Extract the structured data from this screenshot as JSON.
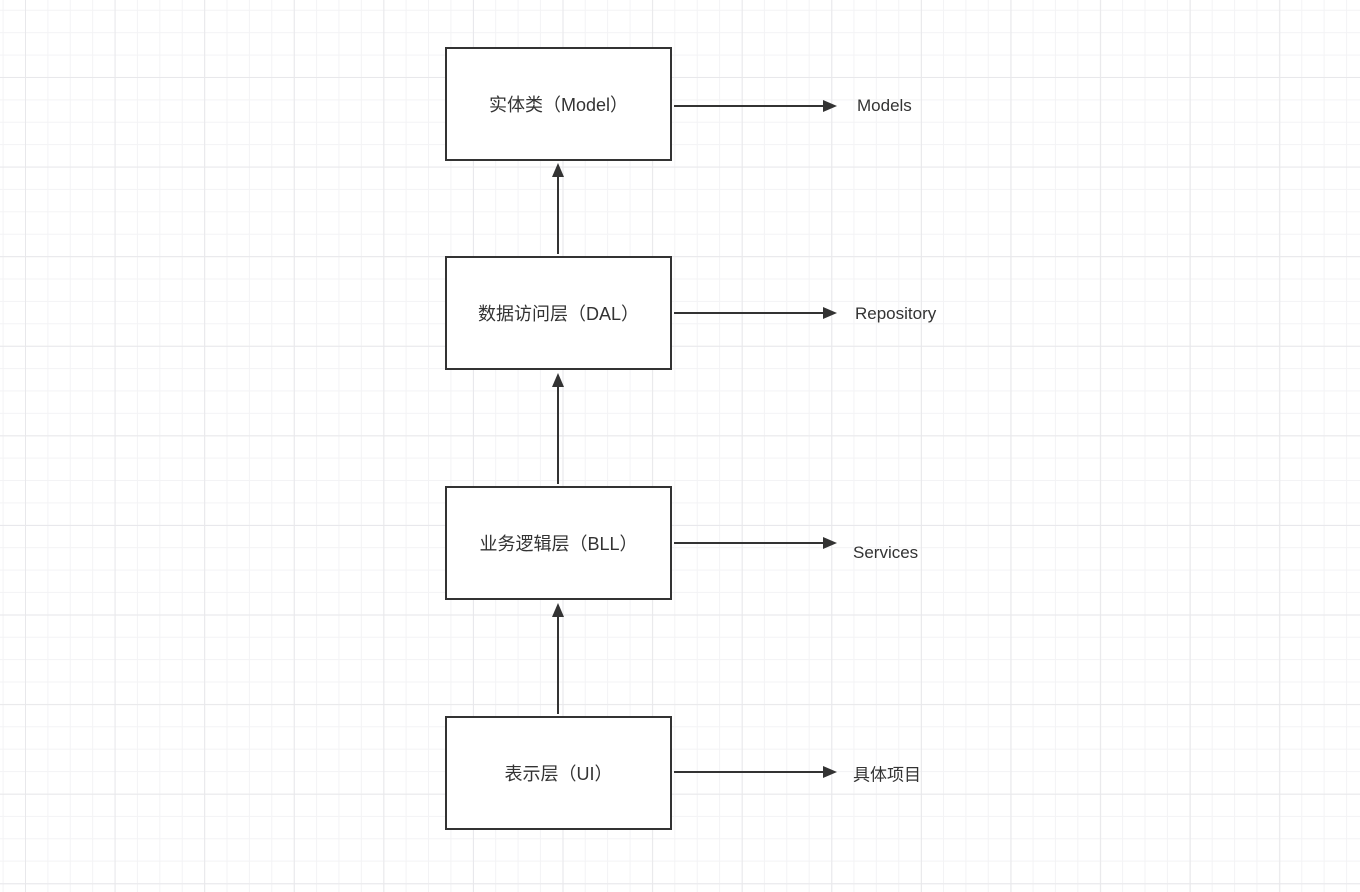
{
  "diagram": {
    "nodes": [
      {
        "id": "model",
        "label": "实体类（Model）",
        "annotation": "Models"
      },
      {
        "id": "dal",
        "label": "数据访问层（DAL）",
        "annotation": "Repository"
      },
      {
        "id": "bll",
        "label": "业务逻辑层（BLL）",
        "annotation": "Services"
      },
      {
        "id": "ui",
        "label": "表示层（UI）",
        "annotation": "具体项目"
      }
    ],
    "edges": [
      {
        "from": "ui",
        "to": "bll",
        "direction": "up"
      },
      {
        "from": "bll",
        "to": "dal",
        "direction": "up"
      },
      {
        "from": "dal",
        "to": "model",
        "direction": "up"
      }
    ],
    "colors": {
      "stroke": "#333333",
      "text": "#333333",
      "node_fill": "#ffffff",
      "background": "#ffffff",
      "grid_minor": "#f3f3f5",
      "grid_major": "#e8e8eb"
    }
  }
}
